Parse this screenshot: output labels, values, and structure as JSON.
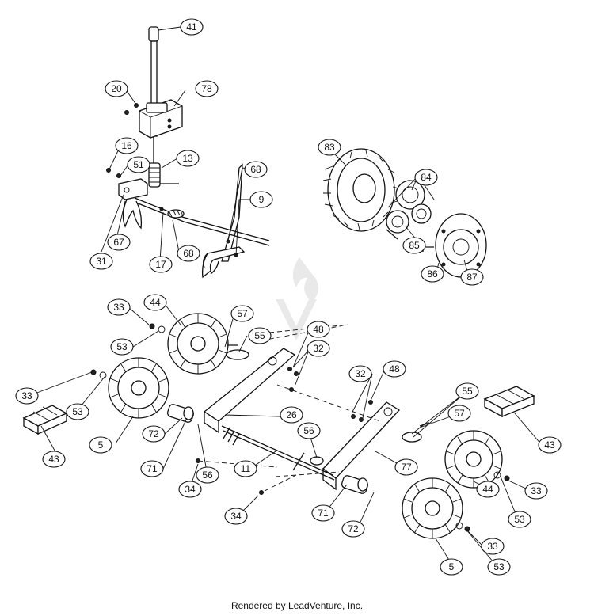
{
  "footer": {
    "text": "Rendered by LeadVenture, Inc."
  },
  "callouts": [
    {
      "id": "c41",
      "label": "41"
    },
    {
      "id": "c20",
      "label": "20"
    },
    {
      "id": "c78",
      "label": "78"
    },
    {
      "id": "c16",
      "label": "16"
    },
    {
      "id": "c51",
      "label": "51"
    },
    {
      "id": "c13",
      "label": "13"
    },
    {
      "id": "c68a",
      "label": "68"
    },
    {
      "id": "c9",
      "label": "9"
    },
    {
      "id": "c67",
      "label": "67"
    },
    {
      "id": "c31",
      "label": "31"
    },
    {
      "id": "c17",
      "label": "17"
    },
    {
      "id": "c68b",
      "label": "68"
    },
    {
      "id": "c83",
      "label": "83"
    },
    {
      "id": "c84",
      "label": "84"
    },
    {
      "id": "c85",
      "label": "85"
    },
    {
      "id": "c86",
      "label": "86"
    },
    {
      "id": "c87",
      "label": "87"
    },
    {
      "id": "c33a",
      "label": "33"
    },
    {
      "id": "c44a",
      "label": "44"
    },
    {
      "id": "c53a",
      "label": "53"
    },
    {
      "id": "c57a",
      "label": "57"
    },
    {
      "id": "c55a",
      "label": "55"
    },
    {
      "id": "c48a",
      "label": "48"
    },
    {
      "id": "c32a",
      "label": "32"
    },
    {
      "id": "c33b",
      "label": "33"
    },
    {
      "id": "c53b",
      "label": "53"
    },
    {
      "id": "c32b",
      "label": "32"
    },
    {
      "id": "c48b",
      "label": "48"
    },
    {
      "id": "c5a",
      "label": "5"
    },
    {
      "id": "c72a",
      "label": "72"
    },
    {
      "id": "c26",
      "label": "26"
    },
    {
      "id": "c55b",
      "label": "55"
    },
    {
      "id": "c43a",
      "label": "43"
    },
    {
      "id": "c43b",
      "label": "43"
    },
    {
      "id": "c56a",
      "label": "56"
    },
    {
      "id": "c57b",
      "label": "57"
    },
    {
      "id": "c71a",
      "label": "71"
    },
    {
      "id": "c56b",
      "label": "56"
    },
    {
      "id": "c11",
      "label": "11"
    },
    {
      "id": "c77",
      "label": "77"
    },
    {
      "id": "c34a",
      "label": "34"
    },
    {
      "id": "c44b",
      "label": "44"
    },
    {
      "id": "c33c",
      "label": "33"
    },
    {
      "id": "c71b",
      "label": "71"
    },
    {
      "id": "c34b",
      "label": "34"
    },
    {
      "id": "c53c",
      "label": "53"
    },
    {
      "id": "c72b",
      "label": "72"
    },
    {
      "id": "c33d",
      "label": "33"
    },
    {
      "id": "c5b",
      "label": "5"
    },
    {
      "id": "c53d",
      "label": "53"
    }
  ]
}
